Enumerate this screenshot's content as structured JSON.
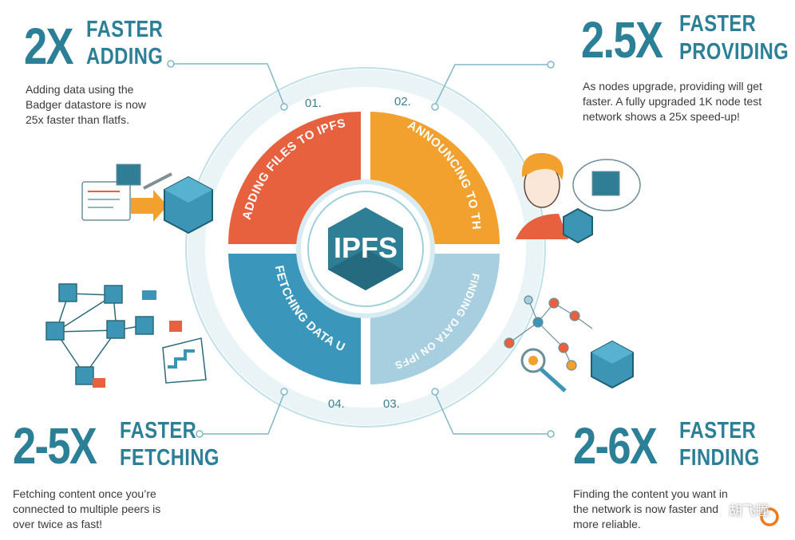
{
  "center": {
    "label": "IPFS"
  },
  "segments": [
    {
      "number": "01.",
      "text": "ADDING FILES TO IPFS",
      "color": "#e8613f"
    },
    {
      "number": "02.",
      "text": "ANNOUNCING TO THE NETWORK",
      "color": "#f2a12e"
    },
    {
      "number": "03.",
      "text": "FINDING DATA ON IPFS PUBLIC NETWORK",
      "color": "#a8cfe0"
    },
    {
      "number": "04.",
      "text": "FETCHING DATA USING IPFS",
      "color": "#3a97bb"
    }
  ],
  "stats": {
    "adding": {
      "big": "2X",
      "line1": "FASTER",
      "line2": "ADDING",
      "description": "Adding data using the Badger datastore is now 25x faster than flatfs."
    },
    "providing": {
      "big": "2.5X",
      "line1": "FASTER",
      "line2": "PROVIDING",
      "description": "As nodes upgrade, providing will get faster. A fully upgraded 1K node test network shows a 25x speed-up!"
    },
    "fetching": {
      "big": "2-5X",
      "line1": "FASTER",
      "line2": "FETCHING",
      "description": "Fetching content once you’re connected to multiple peers is over twice as fast!"
    },
    "finding": {
      "big": "2-6X",
      "line1": "FASTER",
      "line2": "FINDING",
      "description": "Finding the content you want in the network is now faster and more reliable."
    }
  },
  "watermark": "胡飞瞳",
  "colors": {
    "teal_text": "#2b7f96",
    "hex_center": "#2e7e95",
    "ring": "#9fd0dc"
  }
}
